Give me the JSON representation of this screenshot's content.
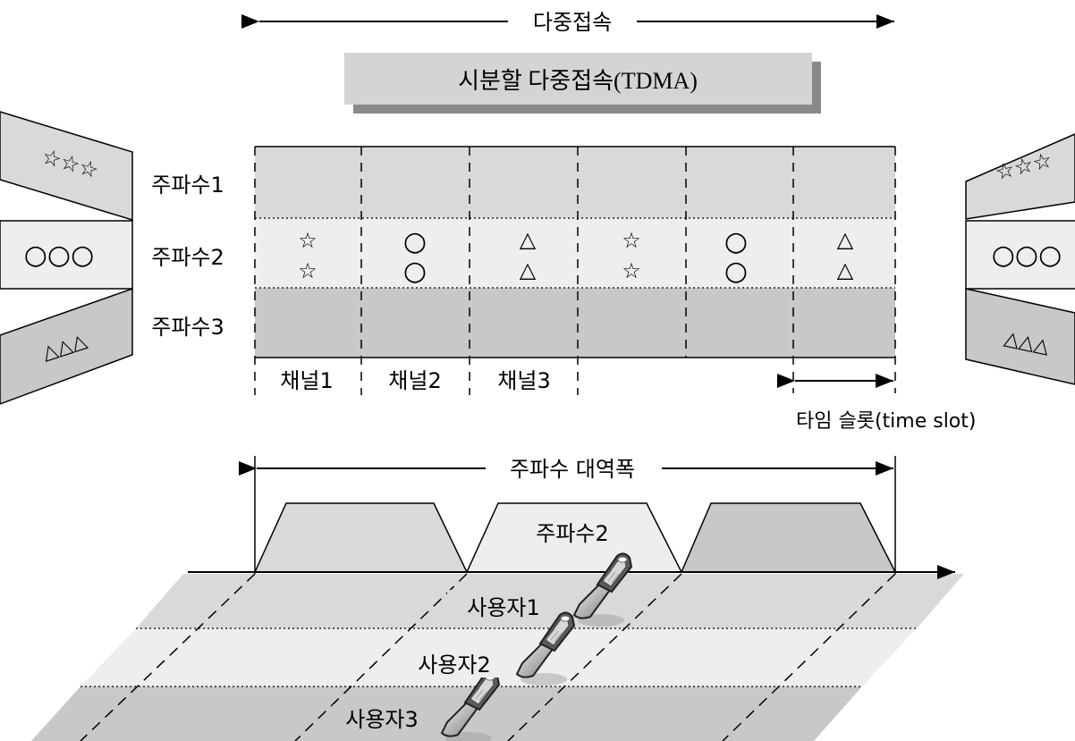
{
  "header": {
    "access_label": "다중접속",
    "scheme_title": "시분할 다중접속(TDMA)"
  },
  "frequencies": [
    "주파수1",
    "주파수2",
    "주파수3"
  ],
  "channels": [
    "채널1",
    "채널2",
    "채널3"
  ],
  "timeslot_label": "타임 슬롯(time slot)",
  "bandwidth_label": "주파수 대역폭",
  "band_peak_label": "주파수2",
  "users": [
    "사용자1",
    "사용자2",
    "사용자3"
  ],
  "user_symbols": [
    "☆☆☆",
    "○○○",
    "△△△"
  ],
  "slot_symbols": [
    "☆",
    "○",
    "△",
    "☆",
    "○",
    "△"
  ],
  "colors": {
    "band1": "#d9d9d9",
    "band2": "#eeeeee",
    "band3": "#c8c8c8",
    "title_box": "#d4d4d4",
    "title_shadow": "#8a8a8a",
    "outline": "#000000"
  }
}
